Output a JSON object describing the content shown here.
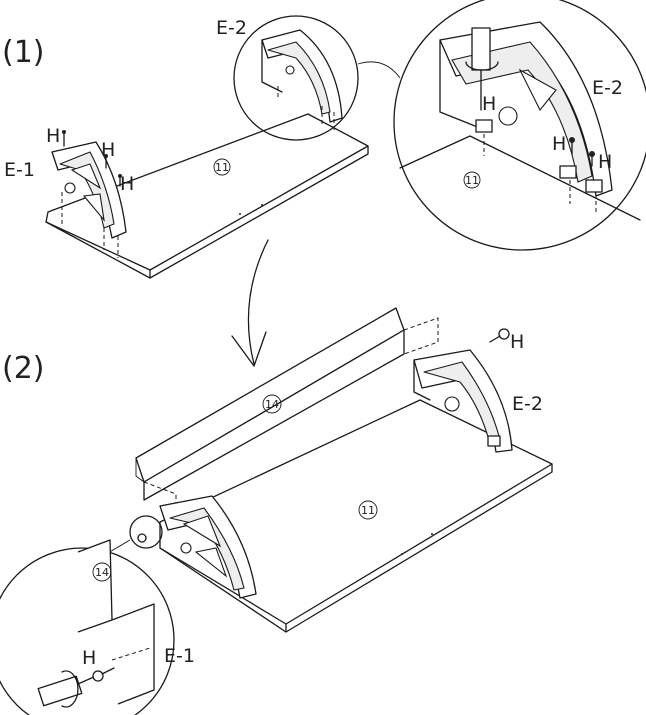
{
  "steps": {
    "step1": "(1)",
    "step2": "(2)"
  },
  "parts": {
    "hardware": "H",
    "bracket_left": "E-1",
    "bracket_right": "E-2",
    "board_bottom": "11",
    "board_back": "14"
  },
  "icons": {
    "transition": "curved-arrow-icon",
    "tool": "screwdriver-icon",
    "rotate": "rotation-arrow-icon",
    "fastener": "screw-icon"
  }
}
